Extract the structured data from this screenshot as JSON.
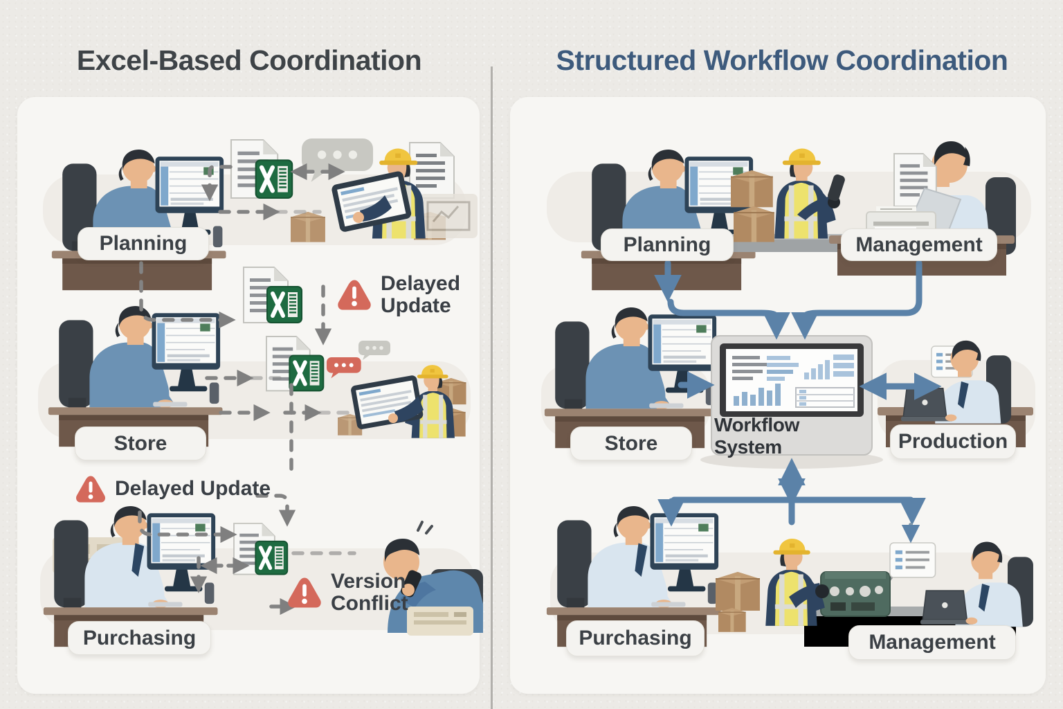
{
  "titles": {
    "left": "Excel-Based Coordination",
    "right": "Structured Workflow Coordination"
  },
  "left_panel": {
    "labels": {
      "planning": "Planning",
      "store": "Store",
      "purchasing": "Purchasing"
    },
    "warnings": {
      "delayed_update_top": {
        "line1": "Delayed",
        "line2": "Update"
      },
      "delayed_update_bottom": "Delayed Update",
      "version_conflict": {
        "line1": "Version",
        "line2": "Conflict"
      }
    },
    "icons": [
      "excel-file-icon",
      "chat-bubble-icon",
      "warning-triangle-icon",
      "document-icon",
      "dashed-arrow"
    ]
  },
  "right_panel": {
    "labels": {
      "planning": "Planning",
      "management_top": "Management",
      "store": "Store",
      "production": "Production",
      "purchasing": "Purchasing",
      "management_bottom": "Management"
    },
    "workflow_system": "Workflow System",
    "icons": [
      "workflow-system-monitor",
      "flow-arrow",
      "barcode-scanner-icon",
      "document-card-icon"
    ]
  },
  "colors": {
    "background": "#ECEAE6",
    "panel": "#F7F6F3",
    "accent_blue": "#5B82A8",
    "warning_red": "#D4695B",
    "excel_green": "#1E6B41",
    "title_left": "#3E4347",
    "title_right": "#3D5A7C",
    "label_text": "#3B4045"
  }
}
